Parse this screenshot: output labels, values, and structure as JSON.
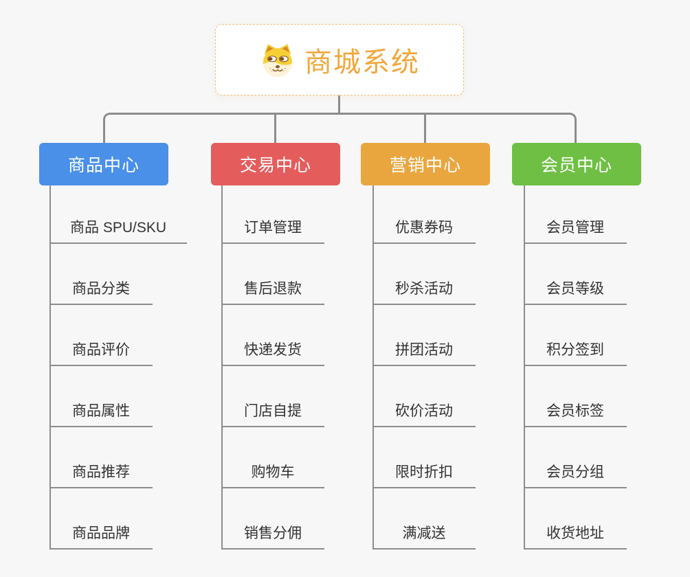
{
  "canvas": {
    "background": "#f7f7f7",
    "connector_color": "#8c8c8c",
    "text_color": "#333333"
  },
  "root": {
    "title": "商城系统",
    "icon": "shiba-dog-face-icon",
    "title_color": "#f0a73c",
    "border_color": "#f0c07a"
  },
  "branches": [
    {
      "id": "product-center",
      "label": "商品中心",
      "color": "#4a8fe8",
      "items": [
        "商品 SPU/SKU",
        "商品分类",
        "商品评价",
        "商品属性",
        "商品推荐",
        "商品品牌"
      ]
    },
    {
      "id": "trade-center",
      "label": "交易中心",
      "color": "#e45c5c",
      "items": [
        "订单管理",
        "售后退款",
        "快递发货",
        "门店自提",
        "购物车",
        "销售分佣"
      ]
    },
    {
      "id": "marketing-center",
      "label": "营销中心",
      "color": "#eaa63e",
      "items": [
        "优惠券码",
        "秒杀活动",
        "拼团活动",
        "砍价活动",
        "限时折扣",
        "满减送"
      ]
    },
    {
      "id": "member-center",
      "label": "会员中心",
      "color": "#6fbf44",
      "items": [
        "会员管理",
        "会员等级",
        "积分签到",
        "会员标签",
        "会员分组",
        "收货地址"
      ]
    }
  ]
}
